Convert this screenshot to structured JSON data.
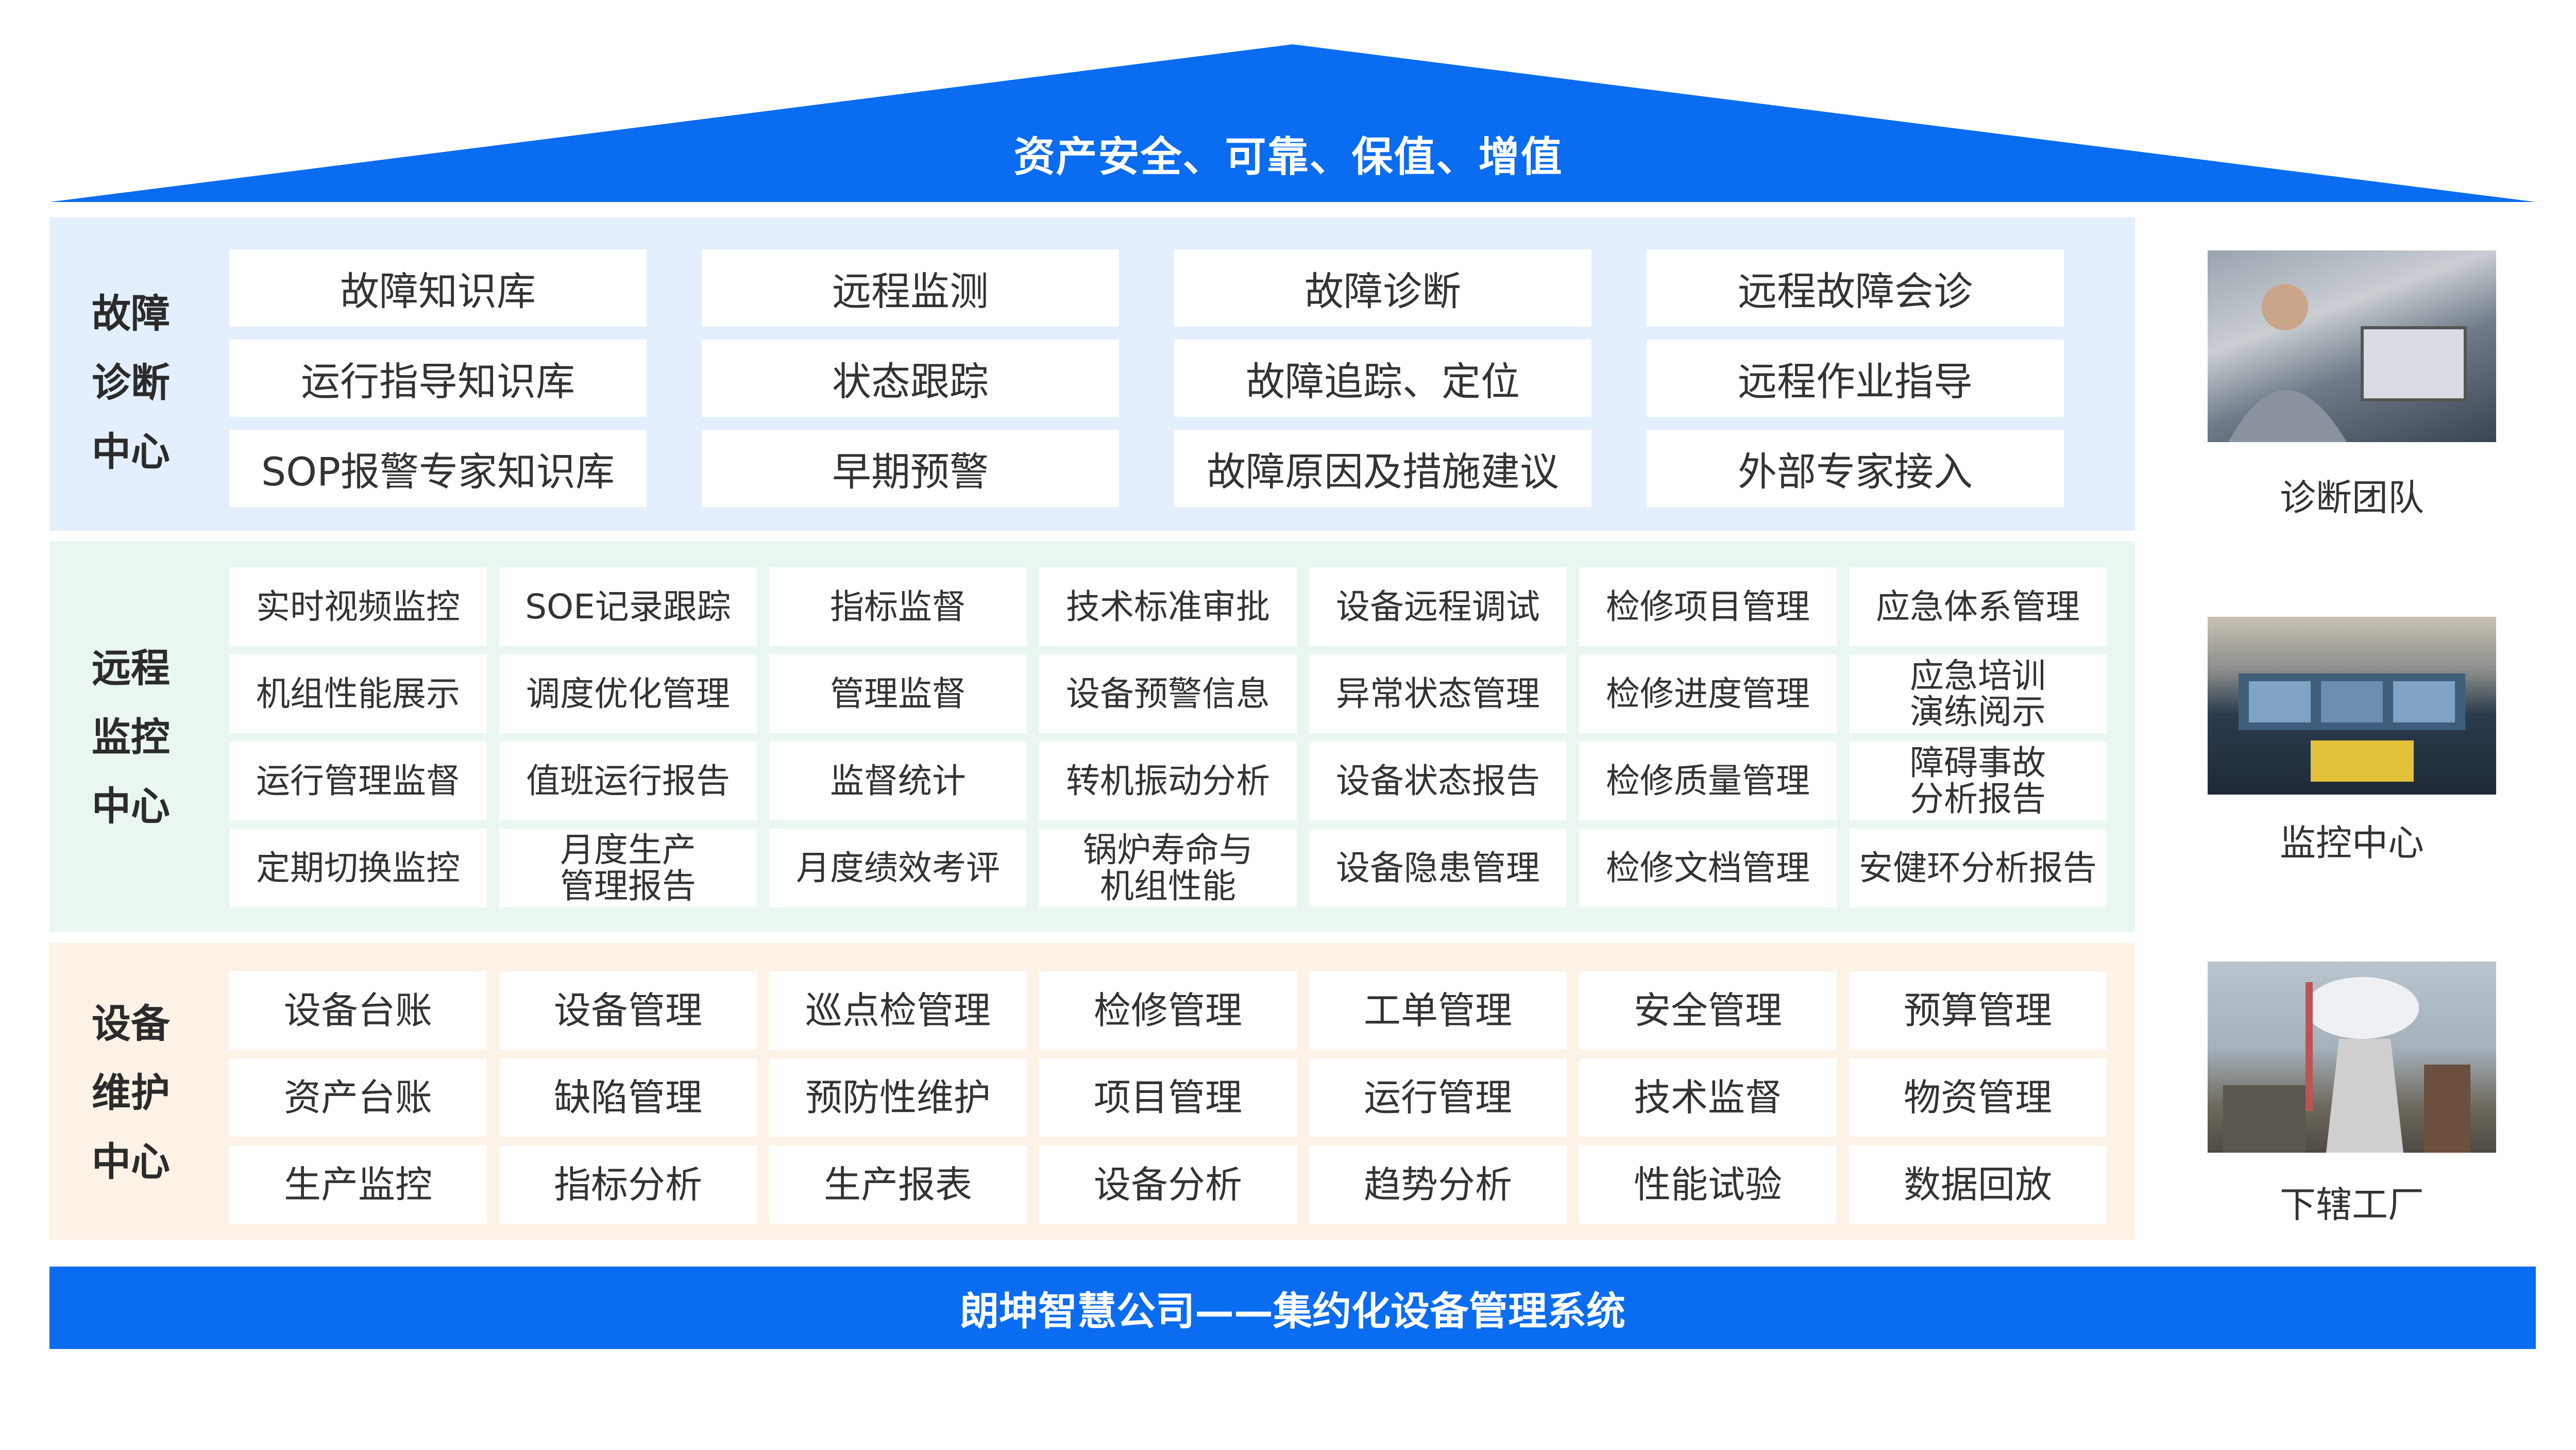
{
  "header": {
    "title": "资产安全、可靠、保值、增值"
  },
  "colors": {
    "primary_blue": "#0a6cf0",
    "diagnosis_bg": "#e3effc",
    "monitor_bg": "#e9f7ee",
    "maintenance_bg": "#fdf2e6"
  },
  "sections": [
    {
      "label": "故障\n诊断\n中心",
      "items": [
        "故障知识库",
        "远程监测",
        "故障诊断",
        "远程故障会诊",
        "运行指导知识库",
        "状态跟踪",
        "故障追踪、定位",
        "远程作业指导",
        "SOP报警专家知识库",
        "早期预警",
        "故障原因及措施建议",
        "外部专家接入"
      ]
    },
    {
      "label": "远程\n监控\n中心",
      "items": [
        "实时视频监控",
        "SOE记录跟踪",
        "指标监督",
        "技术标准审批",
        "设备远程调试",
        "检修项目管理",
        "应急体系管理",
        "机组性能展示",
        "调度优化管理",
        "管理监督",
        "设备预警信息",
        "异常状态管理",
        "检修进度管理",
        "应急培训\n演练阅示",
        "运行管理监督",
        "值班运行报告",
        "监督统计",
        "转机振动分析",
        "设备状态报告",
        "检修质量管理",
        "障碍事故\n分析报告",
        "定期切换监控",
        "月度生产\n管理报告",
        "月度绩效考评",
        "锅炉寿命与\n机组性能",
        "设备隐患管理",
        "检修文档管理",
        "安健环分析报告"
      ]
    },
    {
      "label": "设备\n维护\n中心",
      "items": [
        "设备台账",
        "设备管理",
        "巡点检管理",
        "检修管理",
        "工单管理",
        "安全管理",
        "预算管理",
        "资产台账",
        "缺陷管理",
        "预防性维护",
        "项目管理",
        "运行管理",
        "技术监督",
        "物资管理",
        "生产监控",
        "指标分析",
        "生产报表",
        "设备分析",
        "趋势分析",
        "性能试验",
        "数据回放"
      ]
    }
  ],
  "side_panels": [
    {
      "label": "诊断团队"
    },
    {
      "label": "监控中心"
    },
    {
      "label": "下辖工厂"
    }
  ],
  "footer": {
    "title": "朗坤智慧公司——集约化设备管理系统"
  }
}
